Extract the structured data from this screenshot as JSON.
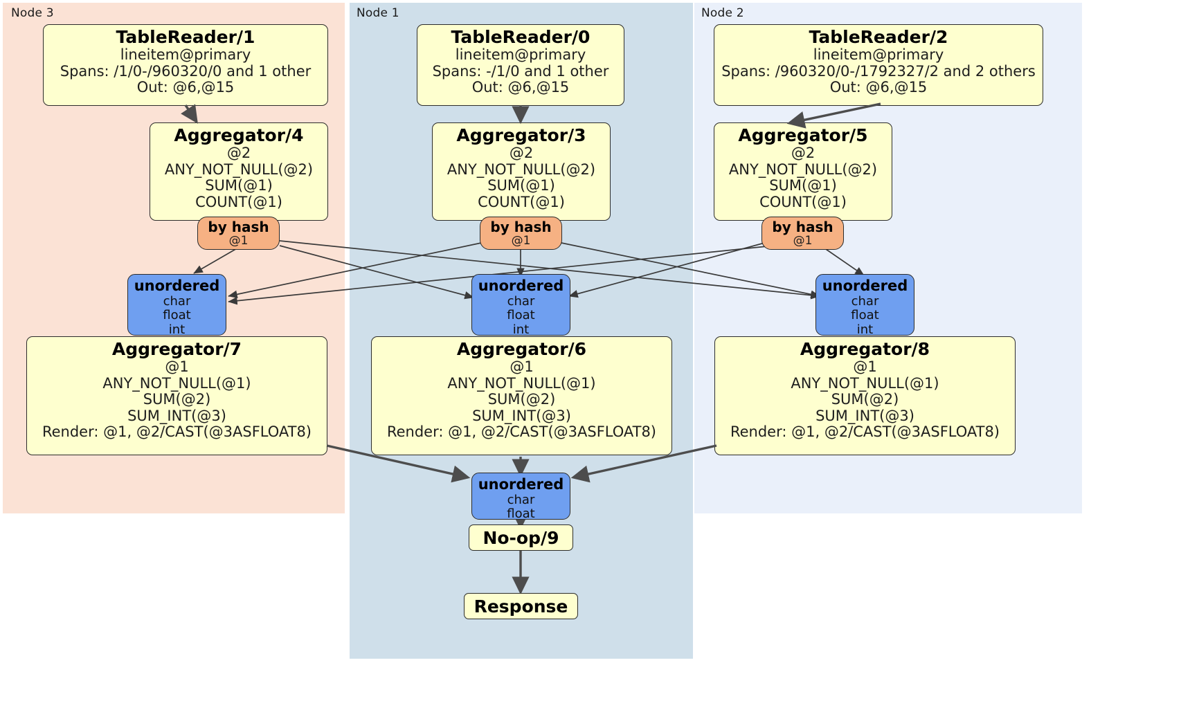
{
  "diagram": {
    "title": "Distributed query plan",
    "colors": {
      "node3_bg": "#fbe2d5",
      "node1_bg": "#cfdfea",
      "node2_bg": "#eaf0fa",
      "processor_fill": "#feffcf",
      "router_fill": "#f6b183",
      "synchronizer_fill": "#6f9ff0",
      "stroke": "#2b2b2b",
      "edge_thin": "#3a3a3a",
      "edge_thick": "#4d4d4d"
    }
  },
  "panels": [
    {
      "id": "node3",
      "label": "Node 3"
    },
    {
      "id": "node1",
      "label": "Node 1"
    },
    {
      "id": "node2",
      "label": "Node 2"
    }
  ],
  "processors": {
    "tablereader_1": {
      "title": "TableReader/1",
      "lines": [
        "lineitem@primary",
        "Spans: /1/0-/960320/0 and 1 other",
        "Out: @6,@15"
      ]
    },
    "tablereader_0": {
      "title": "TableReader/0",
      "lines": [
        "lineitem@primary",
        "Spans: -/1/0 and 1 other",
        "Out: @6,@15"
      ]
    },
    "tablereader_2": {
      "title": "TableReader/2",
      "lines": [
        "lineitem@primary",
        "Spans: /960320/0-/1792327/2 and 2 others",
        "Out: @6,@15"
      ]
    },
    "aggregator_4": {
      "title": "Aggregator/4",
      "lines": [
        "@2",
        "ANY_NOT_NULL(@2)",
        "SUM(@1)",
        "COUNT(@1)"
      ]
    },
    "aggregator_3": {
      "title": "Aggregator/3",
      "lines": [
        "@2",
        "ANY_NOT_NULL(@2)",
        "SUM(@1)",
        "COUNT(@1)"
      ]
    },
    "aggregator_5": {
      "title": "Aggregator/5",
      "lines": [
        "@2",
        "ANY_NOT_NULL(@2)",
        "SUM(@1)",
        "COUNT(@1)"
      ]
    },
    "aggregator_7": {
      "title": "Aggregator/7",
      "lines": [
        "@1",
        "ANY_NOT_NULL(@1)",
        "SUM(@2)",
        "SUM_INT(@3)",
        "Render: @1, @2/CAST(@3ASFLOAT8)"
      ]
    },
    "aggregator_6": {
      "title": "Aggregator/6",
      "lines": [
        "@1",
        "ANY_NOT_NULL(@1)",
        "SUM(@2)",
        "SUM_INT(@3)",
        "Render: @1, @2/CAST(@3ASFLOAT8)"
      ]
    },
    "aggregator_8": {
      "title": "Aggregator/8",
      "lines": [
        "@1",
        "ANY_NOT_NULL(@1)",
        "SUM(@2)",
        "SUM_INT(@3)",
        "Render: @1, @2/CAST(@3ASFLOAT8)"
      ]
    },
    "noop_9": {
      "title": "No-op/9"
    },
    "response": {
      "title": "Response"
    }
  },
  "routers": {
    "by_hash_4": {
      "title": "by hash",
      "line": "@1"
    },
    "by_hash_3": {
      "title": "by hash",
      "line": "@1"
    },
    "by_hash_5": {
      "title": "by hash",
      "line": "@1"
    }
  },
  "synchronizers": {
    "unordered_7": {
      "title": "unordered",
      "lines": [
        "char",
        "float",
        "int"
      ]
    },
    "unordered_6": {
      "title": "unordered",
      "lines": [
        "char",
        "float",
        "int"
      ]
    },
    "unordered_8": {
      "title": "unordered",
      "lines": [
        "char",
        "float",
        "int"
      ]
    },
    "unordered_final": {
      "title": "unordered",
      "lines": [
        "char",
        "float"
      ]
    }
  }
}
